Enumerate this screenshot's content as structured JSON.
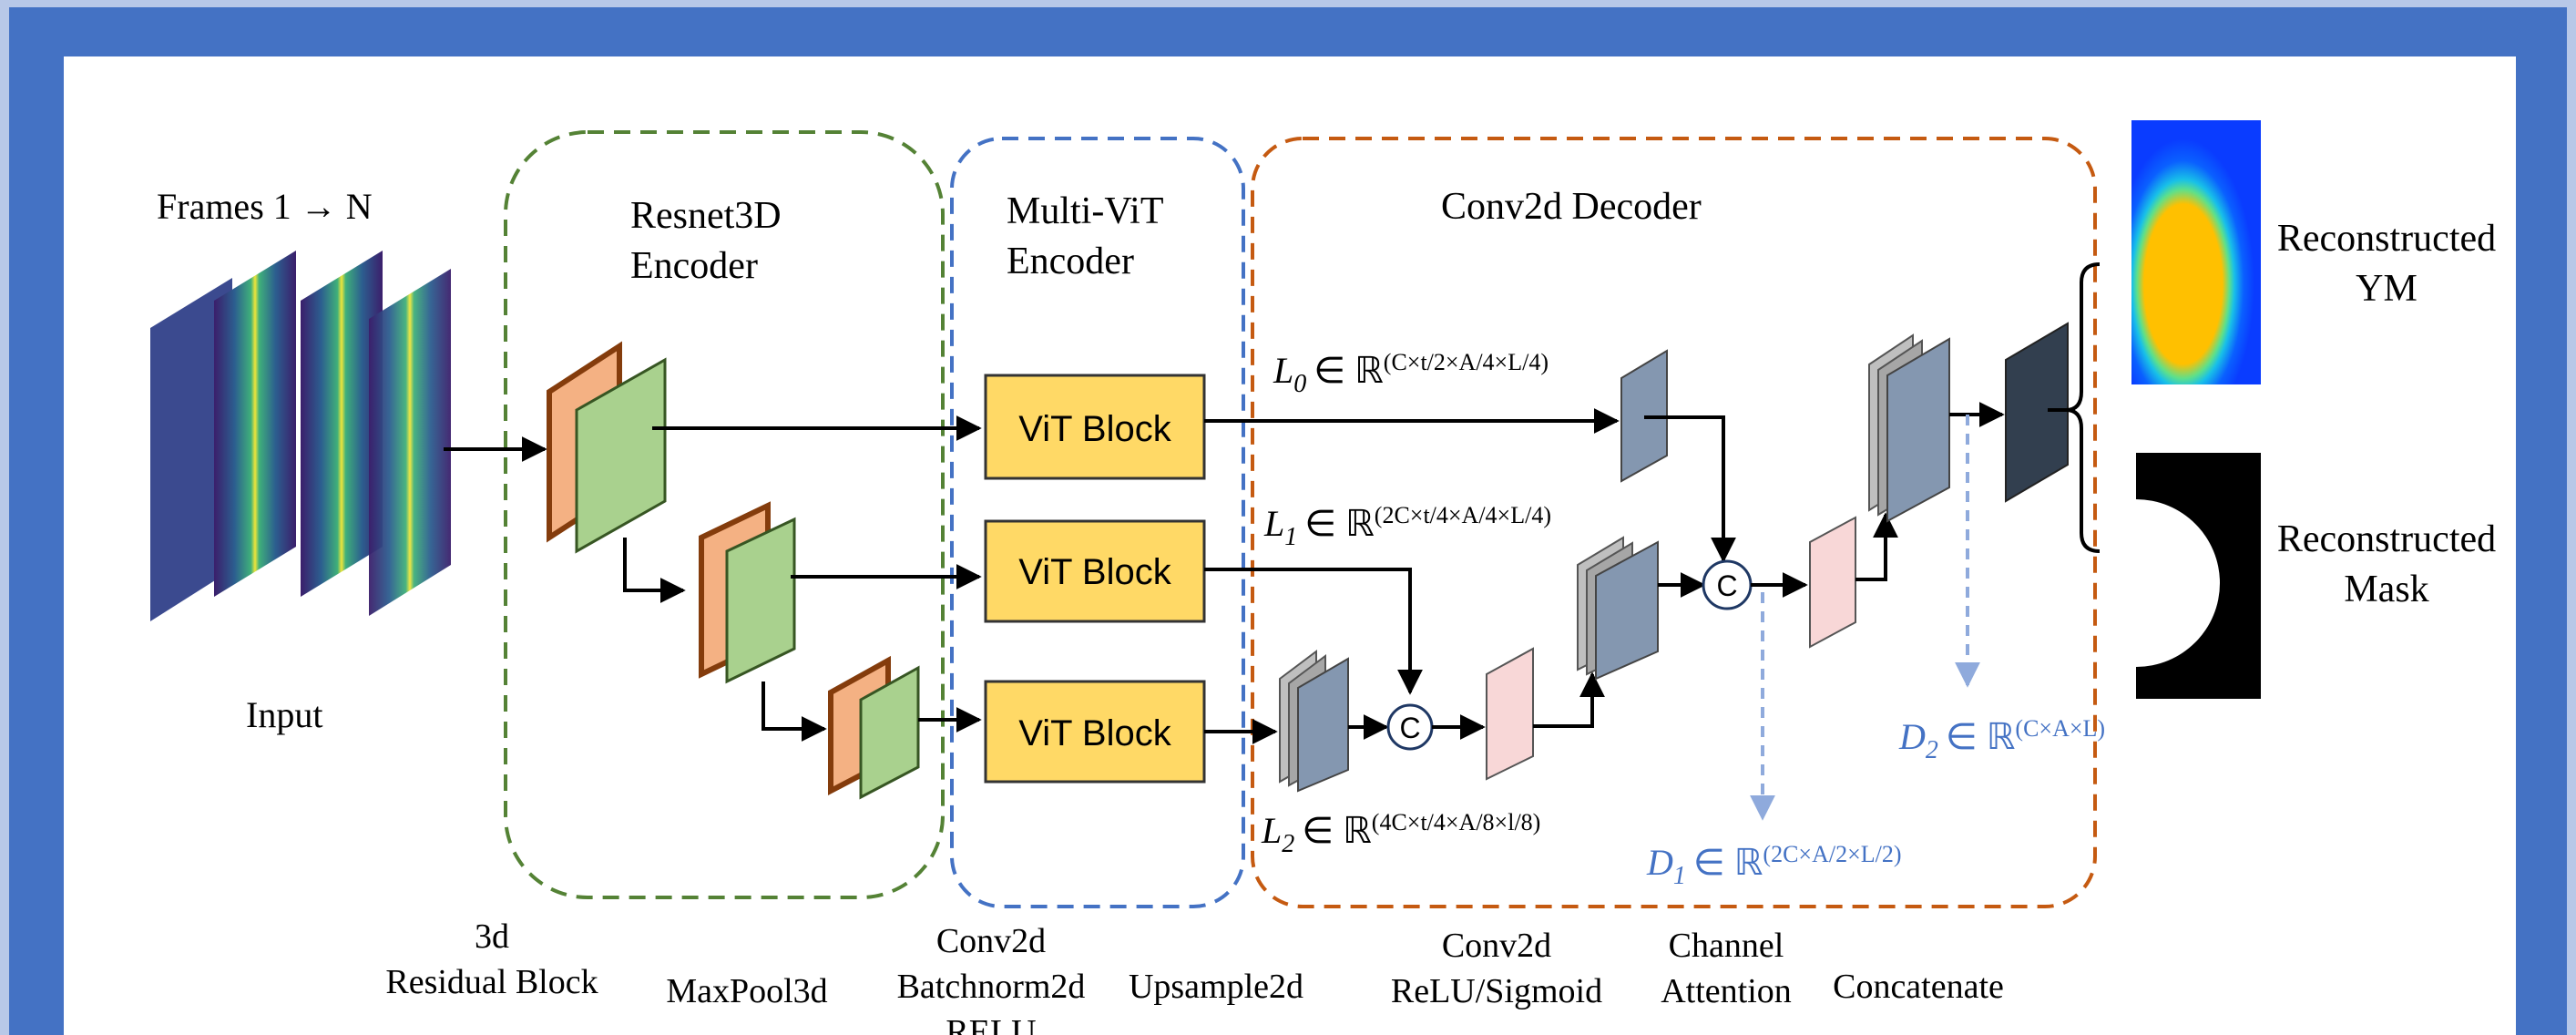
{
  "labels": {
    "frames": "Frames 1 → N",
    "input": "Input",
    "resnet_line1": "Resnet3D",
    "resnet_line2": "Encoder",
    "vit_line1": "Multi-ViT",
    "vit_line2": "Encoder",
    "decoder": "Conv2d Decoder",
    "vit_block": "ViT Block",
    "recon_ym_line1": "Reconstructed",
    "recon_ym_line2": "YM",
    "recon_mask_line1": "Reconstructed",
    "recon_mask_line2": "Mask",
    "concat_symbol": "C"
  },
  "math": {
    "L0": {
      "var": "L",
      "sub": "0",
      "in": "∈ ℝ",
      "sup": "(C×t/2×A/4×L/4)"
    },
    "L1": {
      "var": "L",
      "sub": "1",
      "in": "∈ ℝ",
      "sup": "(2C×t/4×A/4×L/4)"
    },
    "L2": {
      "var": "L",
      "sub": "2",
      "in": "∈ ℝ",
      "sup": "(4C×t/4×A/8×l/8)"
    },
    "D1": {
      "var": "D",
      "sub": "1",
      "in": "∈ ℝ",
      "sup": "(2C×A/2×L/2)"
    },
    "D2": {
      "var": "D",
      "sub": "2",
      "in": "∈ ℝ",
      "sup": "(C×A×L)"
    }
  },
  "legend": {
    "residual_line1": "3d",
    "residual_line2": "Residual Block",
    "maxpool": "MaxPool3d",
    "conv_line1": "Conv2d",
    "conv_line2": "Batchnorm2d",
    "conv_line3": "RELU",
    "upsample": "Upsample2d",
    "conv2_line1": "Conv2d",
    "conv2_line2": "ReLU/Sigmoid",
    "channel_line1": "Channel",
    "channel_line2": "Attention",
    "concatenate": "Concatenate"
  },
  "colors": {
    "outer_border": "#4472c4",
    "resnet_box": "#548235",
    "vit_box": "#4472c4",
    "decoder_box": "#c55a11",
    "vit_block_fill": "#ffd966",
    "residual_green": "#a9d18e",
    "residual_orange": "#f4b183",
    "feature_blue": "#8497b0",
    "attention_pink": "#f8d7d7",
    "dashed_arrow": "#8faadc"
  }
}
